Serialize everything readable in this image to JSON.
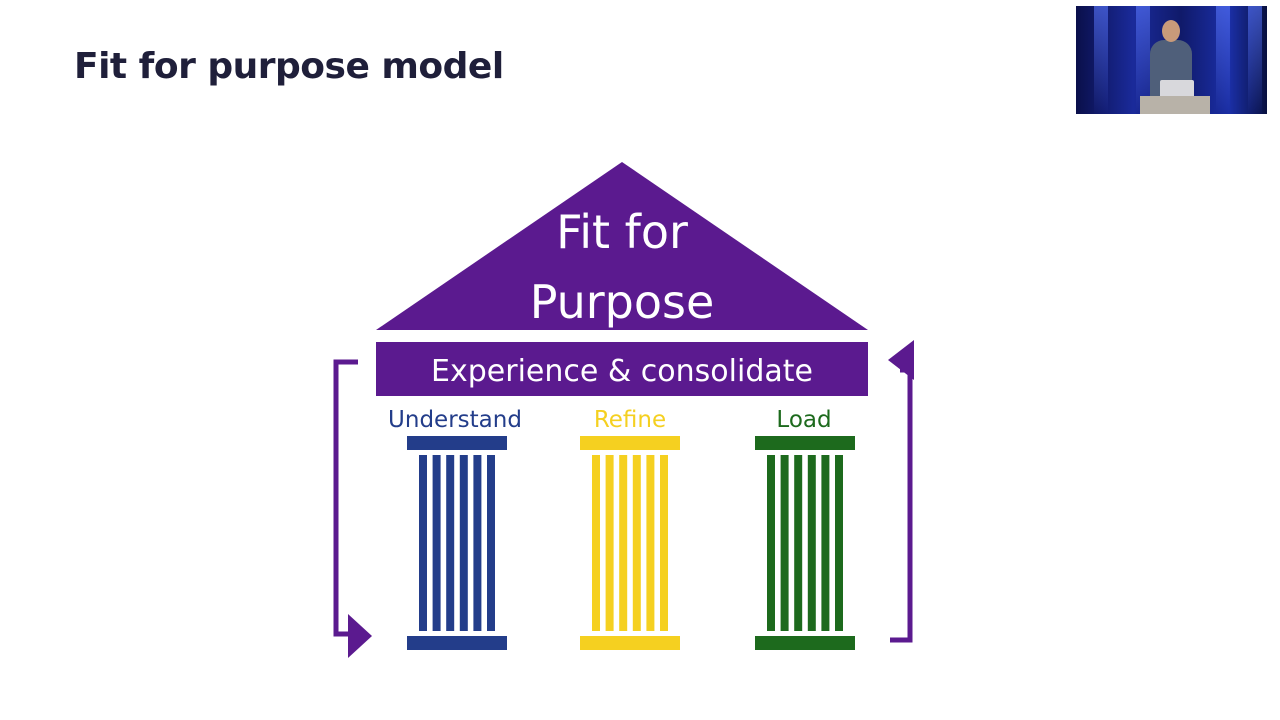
{
  "slide": {
    "title": "Fit for purpose model"
  },
  "diagram": {
    "roof": {
      "line1": "Fit for",
      "line2": "Purpose"
    },
    "beam": {
      "label": "Experience & consolidate"
    },
    "pillars": [
      {
        "label": "Understand",
        "color": "#233d8a"
      },
      {
        "label": "Refine",
        "color": "#f5d020"
      },
      {
        "label": "Load",
        "color": "#1d6a1d"
      }
    ],
    "accent_color": "#5b1a8f"
  },
  "presenter_video": {
    "icon": "presenter-video-icon"
  }
}
